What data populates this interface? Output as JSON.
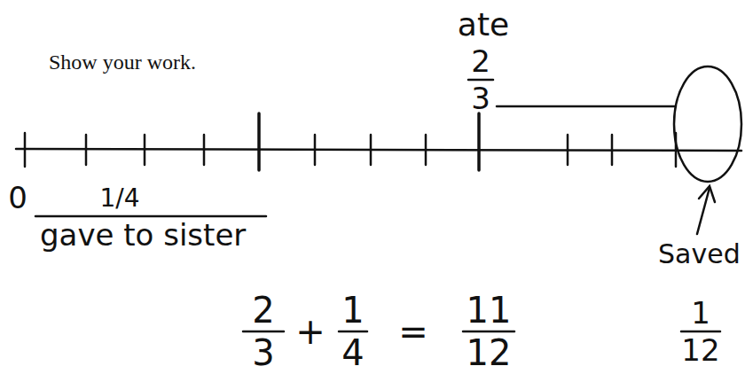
{
  "diagram": {
    "labels": [
      "Show your work.",
      "ate",
      "2",
      "3",
      "0",
      "1/4",
      "gave to sister",
      "Saved",
      "1",
      "12",
      "2",
      "3",
      "+",
      "1",
      "4",
      "=",
      "11",
      "12"
    ]
  }
}
